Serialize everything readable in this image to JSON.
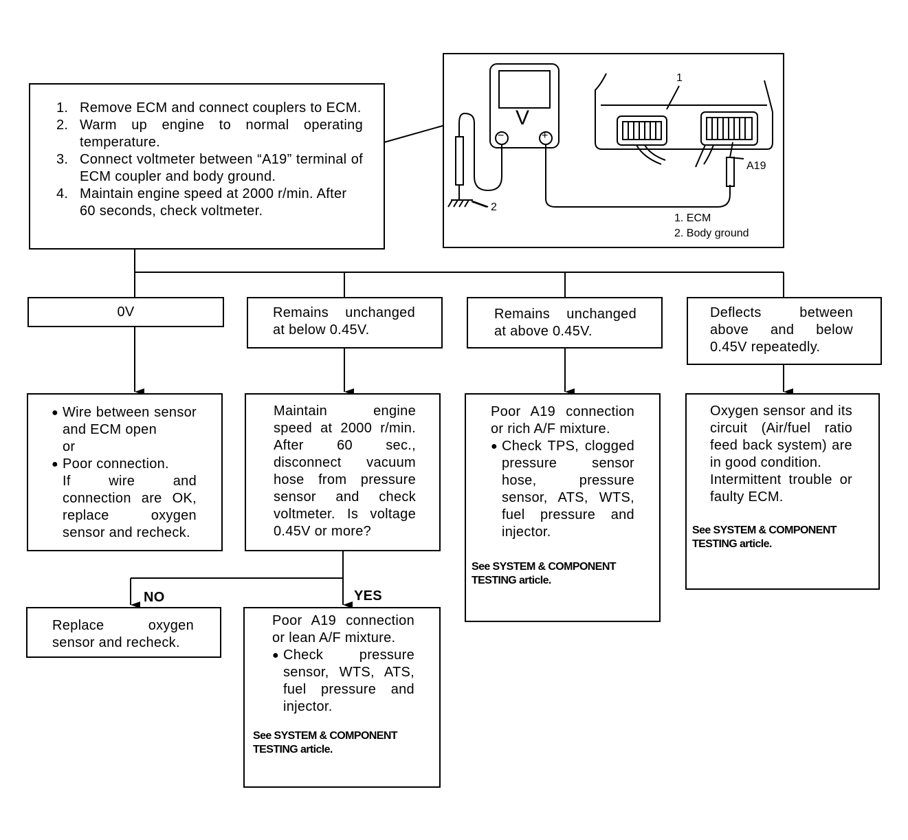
{
  "procedure": {
    "steps": [
      {
        "num": "1.",
        "text": "Remove ECM and connect couplers to ECM."
      },
      {
        "num": "2.",
        "text": "Warm up engine to normal operating temperature."
      },
      {
        "num": "3.",
        "text": "Connect voltmeter between “A19” terminal of ECM coupler and body ground."
      },
      {
        "num": "4.",
        "text": "Maintain engine speed at 2000 r/min. After 60 seconds, check voltmeter."
      }
    ]
  },
  "illustration": {
    "meter_symbol": "V",
    "minus": "−",
    "plus": "+",
    "callout_1": "1",
    "callout_2": "2",
    "terminal_label": "A19",
    "legend": [
      "1.  ECM",
      "2.  Body ground"
    ]
  },
  "results": {
    "r0": "0V",
    "r1": "Remains unchanged at below 0.45V.",
    "r2": "Remains unchanged at above 0.45V.",
    "r3": "Deflects between above and below 0.45V repeatedly."
  },
  "actions": {
    "a0": {
      "b1": "Wire between sensor and ECM open",
      "or": "or",
      "b2": "Poor connection.",
      "note": "If wire and connection are OK, replace oxygen sensor and recheck."
    },
    "a1": "Maintain engine speed at 2000 r/min. After 60 sec., disconnect vacuum hose from pressure sensor and check voltmeter. Is voltage 0.45V or more?",
    "a2": {
      "line": "Poor A19 connection or rich A/F mixture.",
      "b1": "Check TPS, clogged pressure sensor hose, pressure sensor, ATS, WTS, fuel pressure and injector.",
      "see": "See SYSTEM & COMPONENT TESTING article."
    },
    "a3": {
      "text": "Oxygen sensor and its circuit (Air/fuel ratio feed back system) are in good condition.",
      "text2": "Intermittent trouble or faulty ECM.",
      "see": "See SYSTEM & COMPONENT TESTING article."
    }
  },
  "branches": {
    "no_label": "NO",
    "yes_label": "YES",
    "no_box": "Replace oxygen sensor and recheck.",
    "yes_box": {
      "line": "Poor A19 connection or lean A/F mixture.",
      "b1": "Check pressure sensor, WTS, ATS, fuel pressure and injector.",
      "see": "See SYSTEM & COMPONENT TESTING article."
    }
  }
}
